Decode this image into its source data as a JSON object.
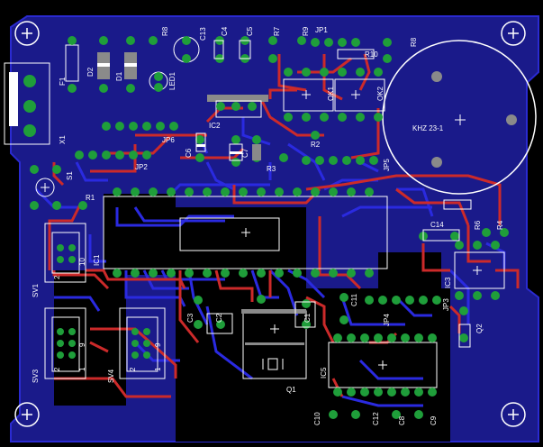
{
  "board": {
    "colors": {
      "background": "#000000",
      "top_layer": "#cc2a2a",
      "bottom_layer": "#1e22c8",
      "pad": "#1f9e3a",
      "silk": "#ffffff",
      "plane": "#1a1a8a"
    }
  },
  "labels": {
    "r8a": "R8",
    "c13": "C13",
    "c4": "C4",
    "c5": "C5",
    "r7": "R7",
    "r9": "R9",
    "jp1": "JP1",
    "r8b": "R8",
    "r10": "R10",
    "f1": "F1",
    "d2": "D2",
    "d1": "D1",
    "led1": "LED1",
    "x1": "X1",
    "ic2": "IC2",
    "ok1": "OK1",
    "ok2": "OK2",
    "jp6": "JP6",
    "c6": "C6",
    "c7": "C7",
    "r2": "R2",
    "r3": "R3",
    "jp5": "JP5",
    "jp2": "JP2",
    "s1": "S1",
    "r1": "R1",
    "ic1": "IC1",
    "sv1": "SV1",
    "sv3": "SV3",
    "sv4": "SV4",
    "c14": "C14",
    "r6": "R6",
    "r4": "R4",
    "ic3": "IC3",
    "jp3": "JP3",
    "q2": "Q2",
    "c3": "C3",
    "c2": "C2",
    "c1": "C1",
    "c11": "C11",
    "jp4": "JP4",
    "q1": "Q1",
    "ic5": "IC5",
    "c10": "C10",
    "c12": "C12",
    "c9": "C9",
    "c8": "C8",
    "khz": "KHZ 23-1",
    "p1": "1",
    "p2": "2",
    "p9": "9",
    "p10": "10"
  }
}
